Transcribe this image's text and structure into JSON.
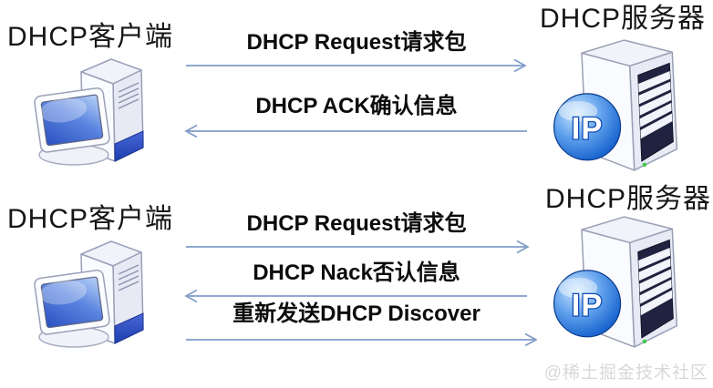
{
  "watermark": "@稀土掘金技术社区",
  "colors": {
    "arrow": "#7f9cc9",
    "message_text": "#0c0c0c",
    "actor_text": "#161616",
    "watermark_text": "#d8d8d6",
    "ip_badge": "#1565cf",
    "screen_blue": "#2a50c0"
  },
  "icons": {
    "client": "desktop-computer",
    "server": "server-tower-with-ip-badge"
  },
  "sections": [
    {
      "name": "dhcp-ack-flow",
      "client_label": "DHCP客户端",
      "server_label": "DHCP服务器",
      "messages": [
        {
          "text": "DHCP Request请求包",
          "direction": "right"
        },
        {
          "text": "DHCP ACK确认信息",
          "direction": "left"
        }
      ]
    },
    {
      "name": "dhcp-nack-flow",
      "client_label": "DHCP客户端",
      "server_label": "DHCP服务器",
      "messages": [
        {
          "text": "DHCP Request请求包",
          "direction": "right"
        },
        {
          "text": "DHCP Nack否认信息",
          "direction": "left"
        },
        {
          "text": "重新发送DHCP Discover",
          "direction": "right"
        }
      ]
    }
  ]
}
